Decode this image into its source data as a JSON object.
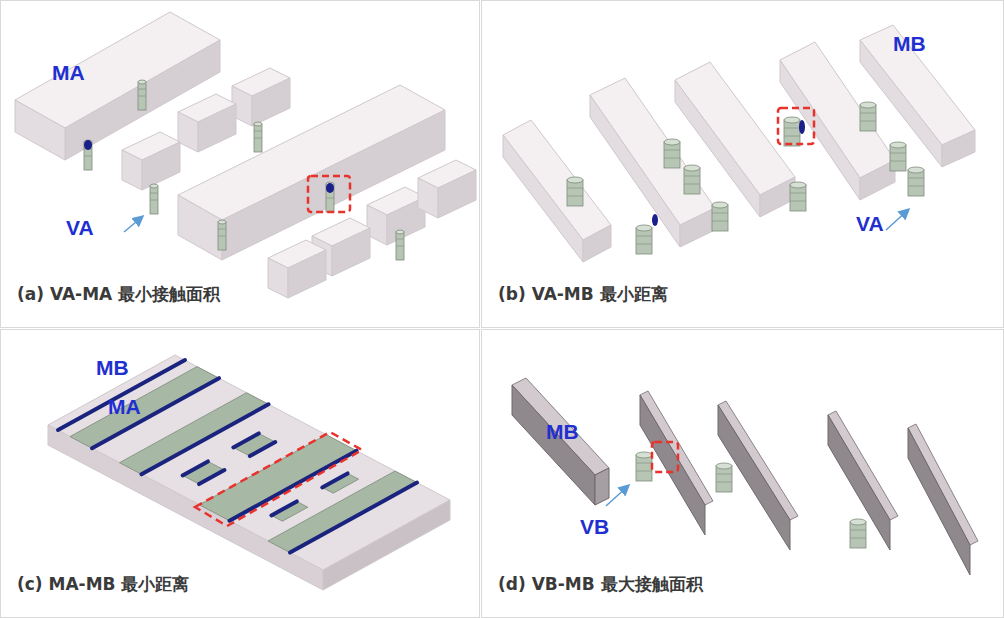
{
  "diagram": {
    "nodes": [
      {
        "text": [
          "(a) VA-MA 最小接触面积"
        ]
      },
      {
        "text": [
          "(b) VA-MB 最小距离"
        ]
      },
      {
        "text": [
          "(c) MA-MB 最小距离"
        ]
      },
      {
        "text": [
          "(d) VB-MB 最大接触面积"
        ]
      }
    ],
    "labels": [
      "MA",
      "VA",
      "MB",
      "VA",
      "MB",
      "MA",
      "MB",
      "VB"
    ]
  }
}
